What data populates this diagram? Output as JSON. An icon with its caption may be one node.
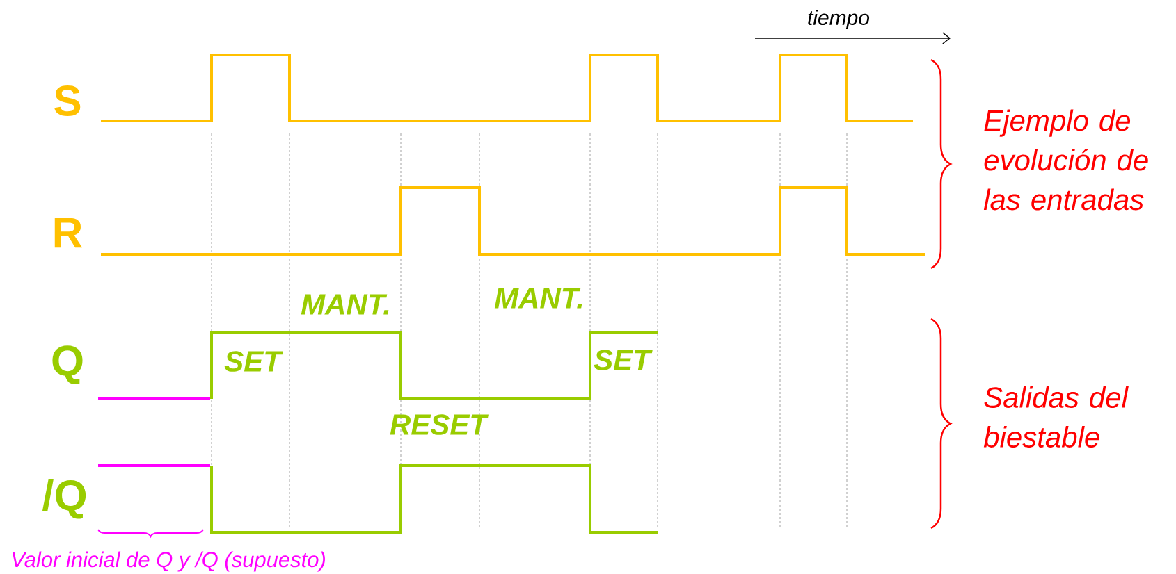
{
  "diagram": {
    "labels": [
      "tiempo",
      "S",
      "Ejemplo de evolución de las entradas",
      "R",
      "MANT.",
      "MANT.",
      "Q",
      "SET",
      "SET",
      "Salidas del biestable",
      "RESET",
      "/Q",
      "Valor inicial de Q y /Q (supuesto)"
    ]
  }
}
